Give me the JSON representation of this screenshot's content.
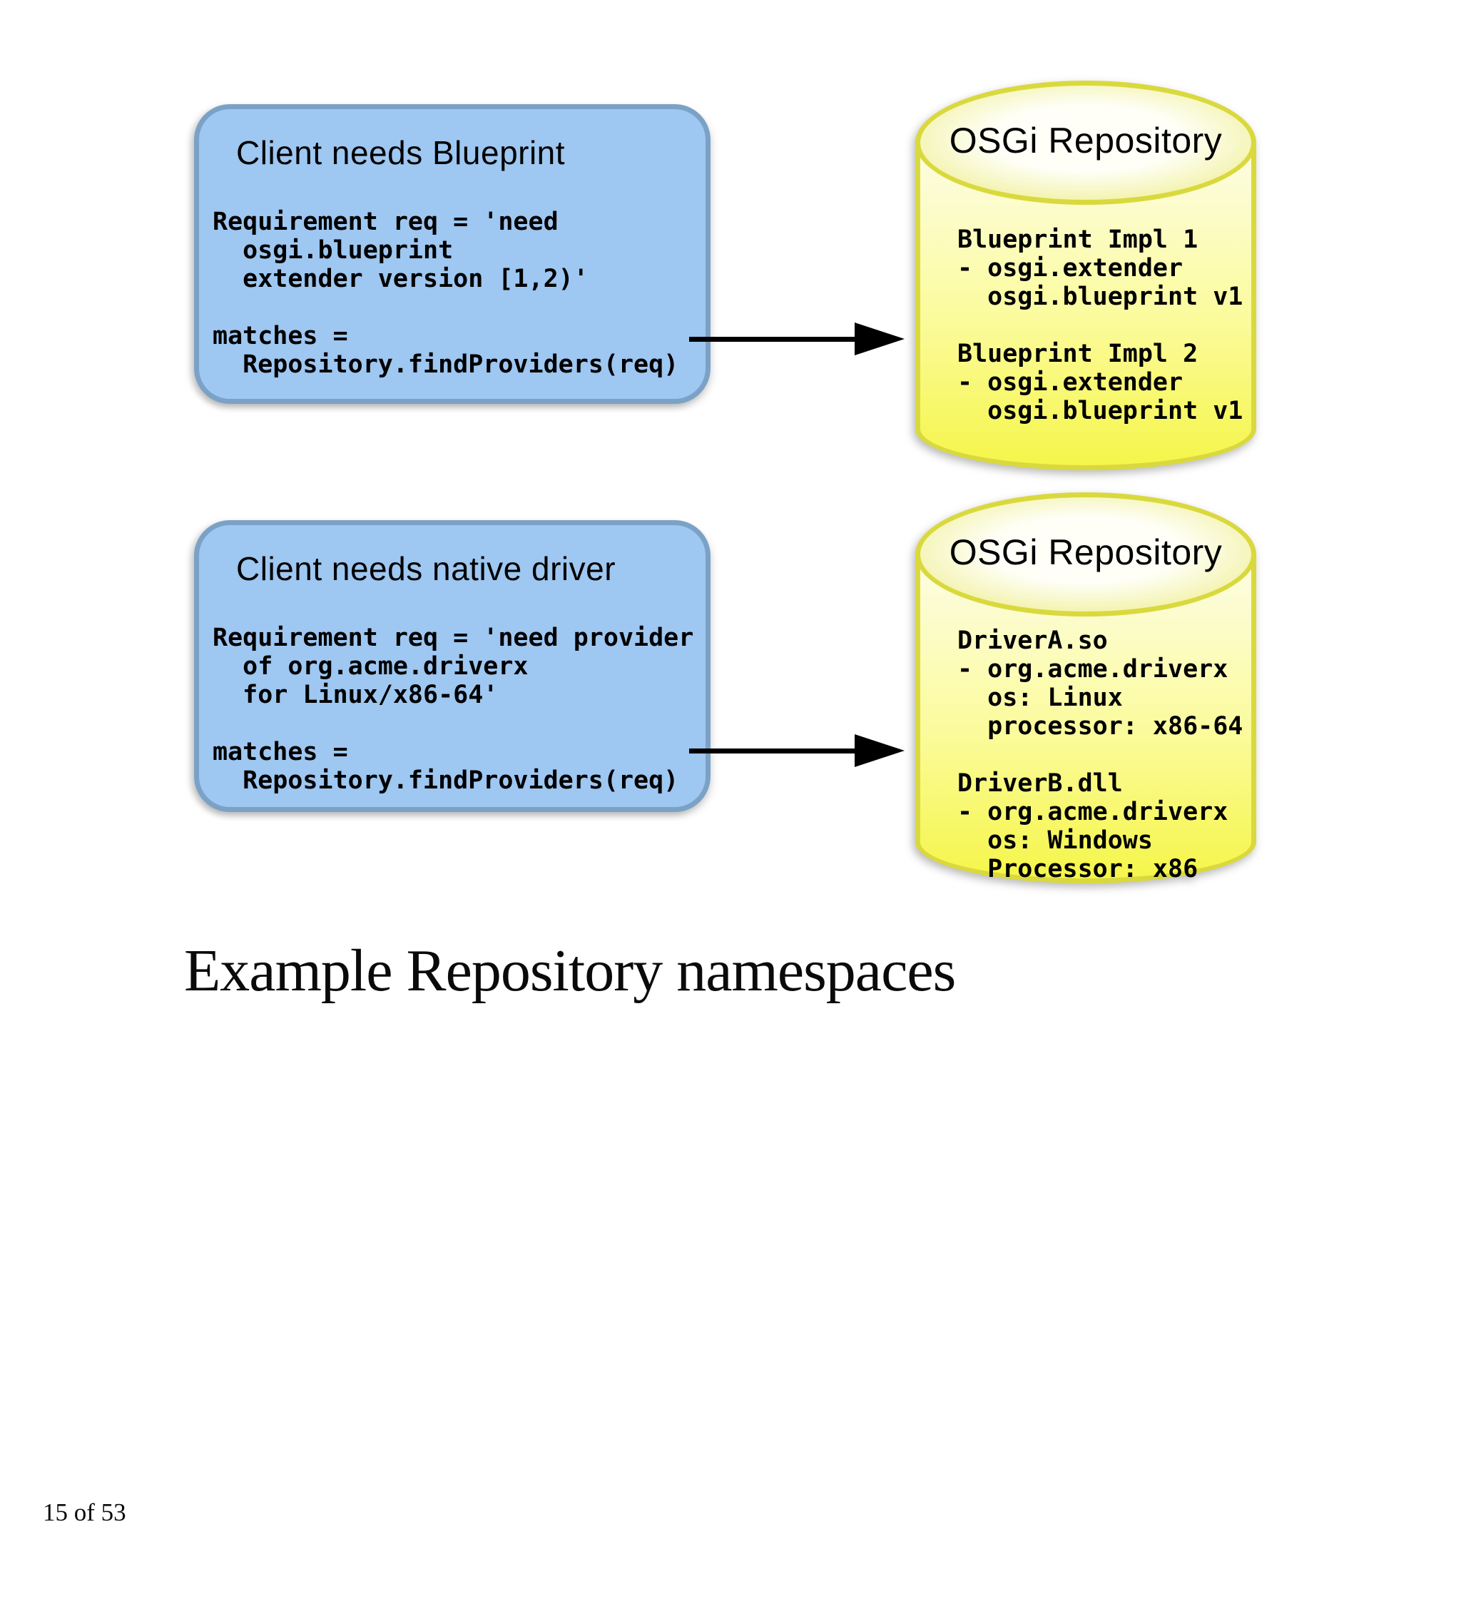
{
  "page": {
    "title": "Example Repository namespaces",
    "page_number": "15 of 53"
  },
  "diagram": {
    "clients": [
      {
        "title": "Client needs Blueprint",
        "code": "Requirement req = 'need\n  osgi.blueprint\n  extender version [1,2)'\n\nmatches =\n  Repository.findProviders(req)"
      },
      {
        "title": "Client needs native driver",
        "code": "Requirement req = 'need provider\n  of org.acme.driverx\n  for Linux/x86-64'\n\nmatches =\n  Repository.findProviders(req)"
      }
    ],
    "repositories": [
      {
        "title": "OSGi Repository",
        "entries": "Blueprint Impl 1\n- osgi.extender\n  osgi.blueprint v1\n\nBlueprint Impl 2\n- osgi.extender\n  osgi.blueprint v1"
      },
      {
        "title": "OSGi Repository",
        "entries": "DriverA.so\n- org.acme.driverx\n  os: Linux\n  processor: x86-64\n\nDriverB.dll\n- org.acme.driverx\n  os: Windows\n  Processor: x86"
      }
    ]
  },
  "colors": {
    "client_fill": "#9ec7f1",
    "client_border": "#7ba2c6",
    "repo_fill_top": "#fdfde6",
    "repo_fill_bottom": "#f5f54a",
    "repo_border": "#d9d93e",
    "arrow": "#000000",
    "text": "#000000"
  }
}
